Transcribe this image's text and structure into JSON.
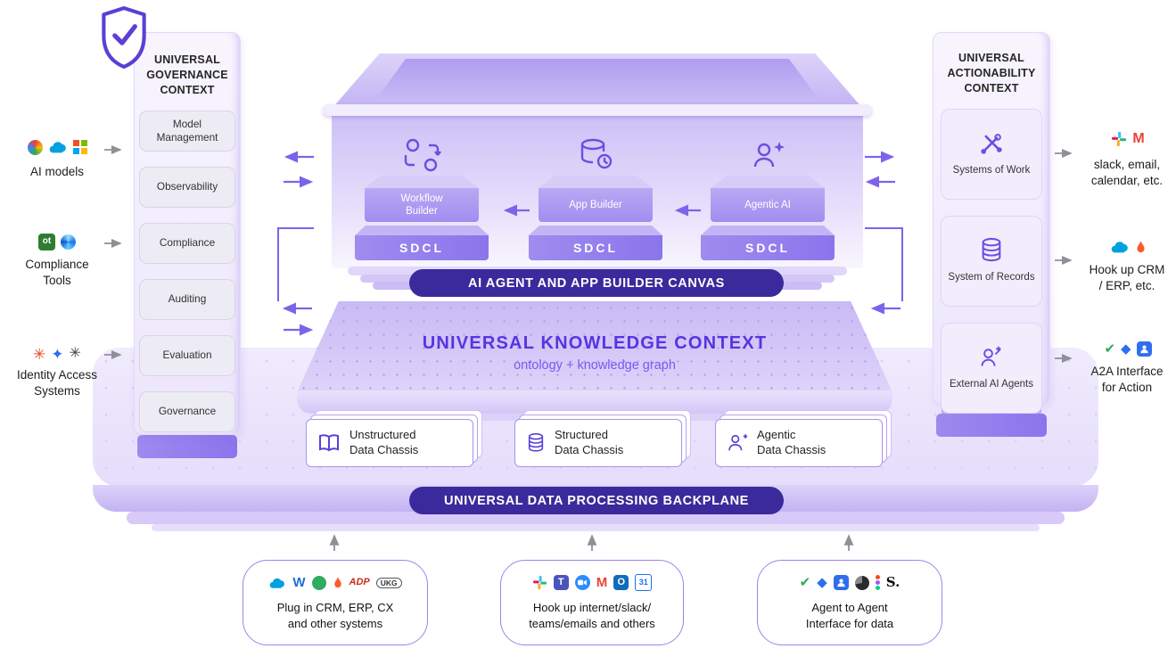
{
  "governance": {
    "title": "UNIVERSAL GOVERNANCE CONTEXT",
    "items": [
      "Model Management",
      "Observability",
      "Compliance",
      "Auditing",
      "Evaluation",
      "Governance"
    ]
  },
  "actionability": {
    "title": "UNIVERSAL ACTIONABILITY CONTEXT",
    "items": [
      "Systems of Work",
      "System of Records",
      "External AI Agents"
    ]
  },
  "left_rail": {
    "items": [
      {
        "label": "AI models"
      },
      {
        "label": "Compliance\nTools"
      },
      {
        "label": "Identity Access\nSystems"
      }
    ]
  },
  "right_rail": {
    "items": [
      {
        "label": "slack, email,\ncalendar, etc."
      },
      {
        "label": "Hook up CRM\n/ ERP, etc."
      },
      {
        "label": "A2A Interface\nfor Action"
      }
    ]
  },
  "canvas": {
    "banner": "AI AGENT AND APP BUILDER CANVAS",
    "blocks": [
      {
        "label": "Workflow\nBuilder",
        "base": "SDCL"
      },
      {
        "label": "App Builder",
        "base": "SDCL"
      },
      {
        "label": "Agentic AI",
        "base": "SDCL"
      }
    ]
  },
  "knowledge": {
    "title": "UNIVERSAL KNOWLEDGE CONTEXT",
    "subtitle": "ontology + knowledge graph"
  },
  "chassis": [
    {
      "label": "Unstructured\nData Chassis"
    },
    {
      "label": "Structured\nData Chassis"
    },
    {
      "label": "Agentic\nData Chassis"
    }
  ],
  "backplane": {
    "banner": "UNIVERSAL DATA PROCESSING BACKPLANE"
  },
  "bottom": [
    {
      "caption": "Plug in CRM, ERP, CX\nand other systems"
    },
    {
      "caption": "Hook up internet/slack/\nteams/emails and others"
    },
    {
      "caption": "Agent to Agent\nInterface for data"
    }
  ],
  "glyphs": {
    "ot": "ot",
    "workday": "W",
    "adp": "ADP",
    "ukg": "UKG",
    "gmail": "M",
    "teams": "T",
    "outlook": "O",
    "gcal": "31",
    "stripe": "S.",
    "check": "✔",
    "diamond": "◆",
    "asterisk": "✳",
    "sparkle": "✦"
  },
  "colors": {
    "banner_bg": "#3b2a9b",
    "accent": "#6d4fe0",
    "platform_light": "#e9e2fb"
  }
}
